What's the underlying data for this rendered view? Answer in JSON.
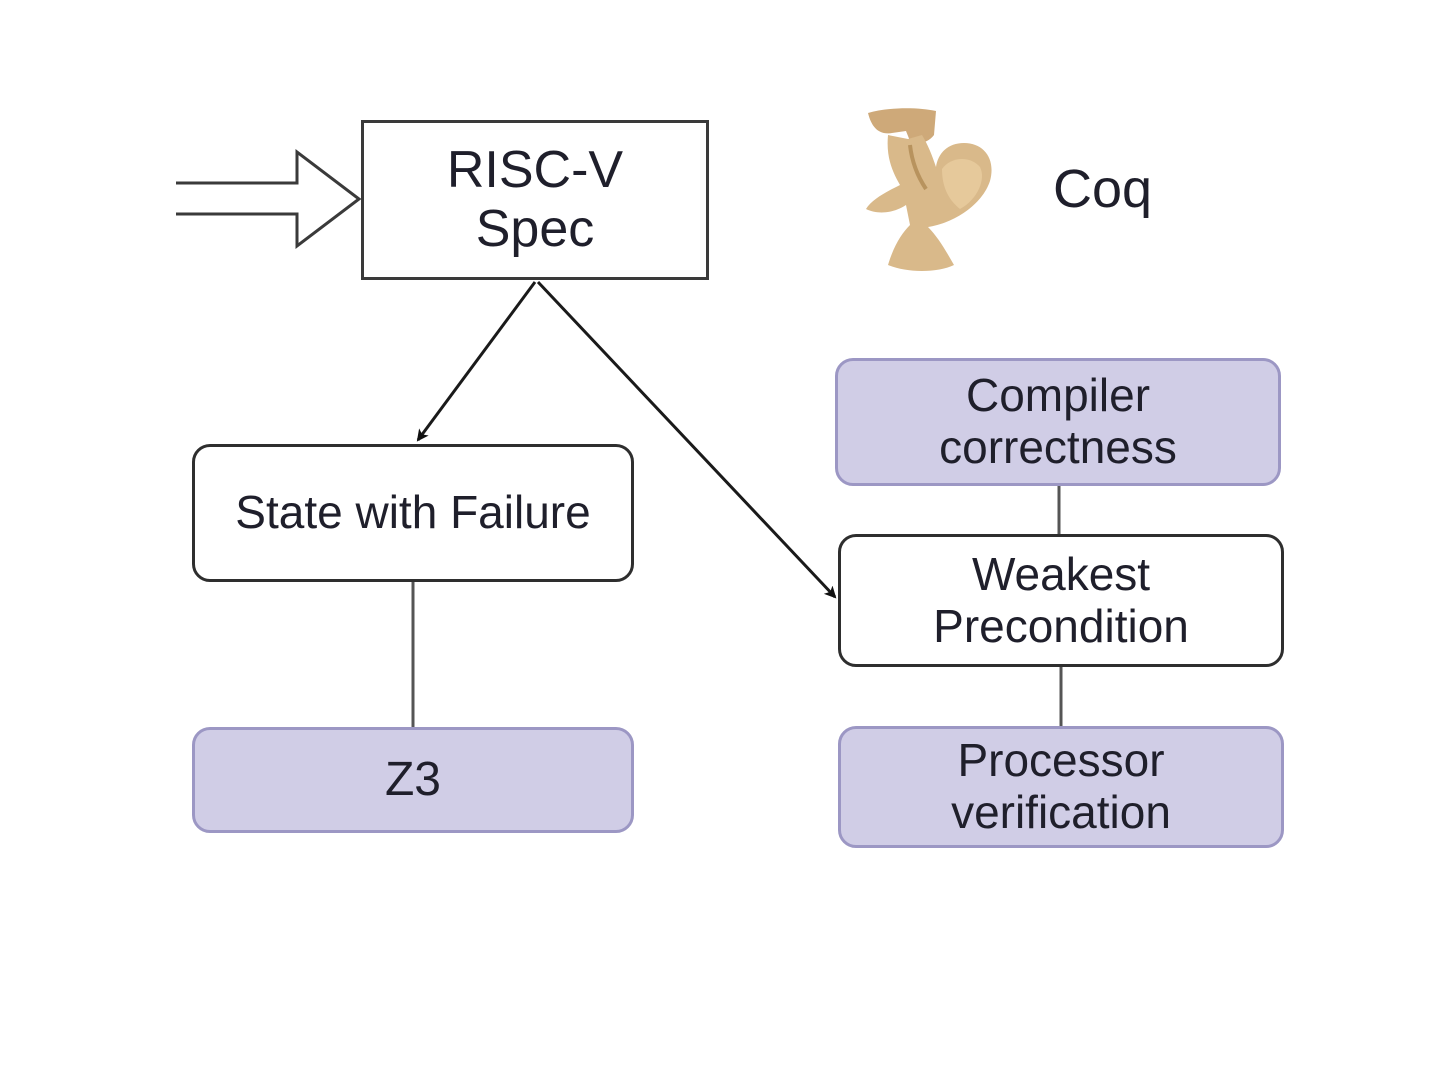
{
  "diagram": {
    "nodes": {
      "risc_v_spec": {
        "lines": [
          "RISC-V",
          "Spec"
        ]
      },
      "state_with_failure": {
        "lines": [
          "State with Failure"
        ]
      },
      "z3": {
        "lines": [
          "Z3"
        ]
      },
      "compiler_correctness": {
        "lines": [
          "Compiler",
          "correctness"
        ]
      },
      "weakest_precondition": {
        "lines": [
          "Weakest",
          "Precondition"
        ]
      },
      "processor_verification": {
        "lines": [
          "Processor",
          "verification"
        ]
      }
    },
    "coq": {
      "label": "Coq",
      "logo_icon": "coq-rooster-logo"
    },
    "edges": [
      {
        "from": "input",
        "to": "risc_v_spec",
        "style": "hollow-arrow"
      },
      {
        "from": "risc_v_spec",
        "to": "state_with_failure",
        "style": "arrow"
      },
      {
        "from": "risc_v_spec",
        "to": "weakest_precondition",
        "style": "arrow"
      },
      {
        "from": "state_with_failure",
        "to": "z3",
        "style": "line"
      },
      {
        "from": "compiler_correctness",
        "to": "weakest_precondition",
        "style": "line"
      },
      {
        "from": "weakest_precondition",
        "to": "processor_verification",
        "style": "line"
      }
    ],
    "colors": {
      "shaded_fill": "#d0cde6",
      "shaded_border": "#9c97c4",
      "line": "#2e2e2e",
      "coq_logo": "#d9b98a"
    }
  }
}
